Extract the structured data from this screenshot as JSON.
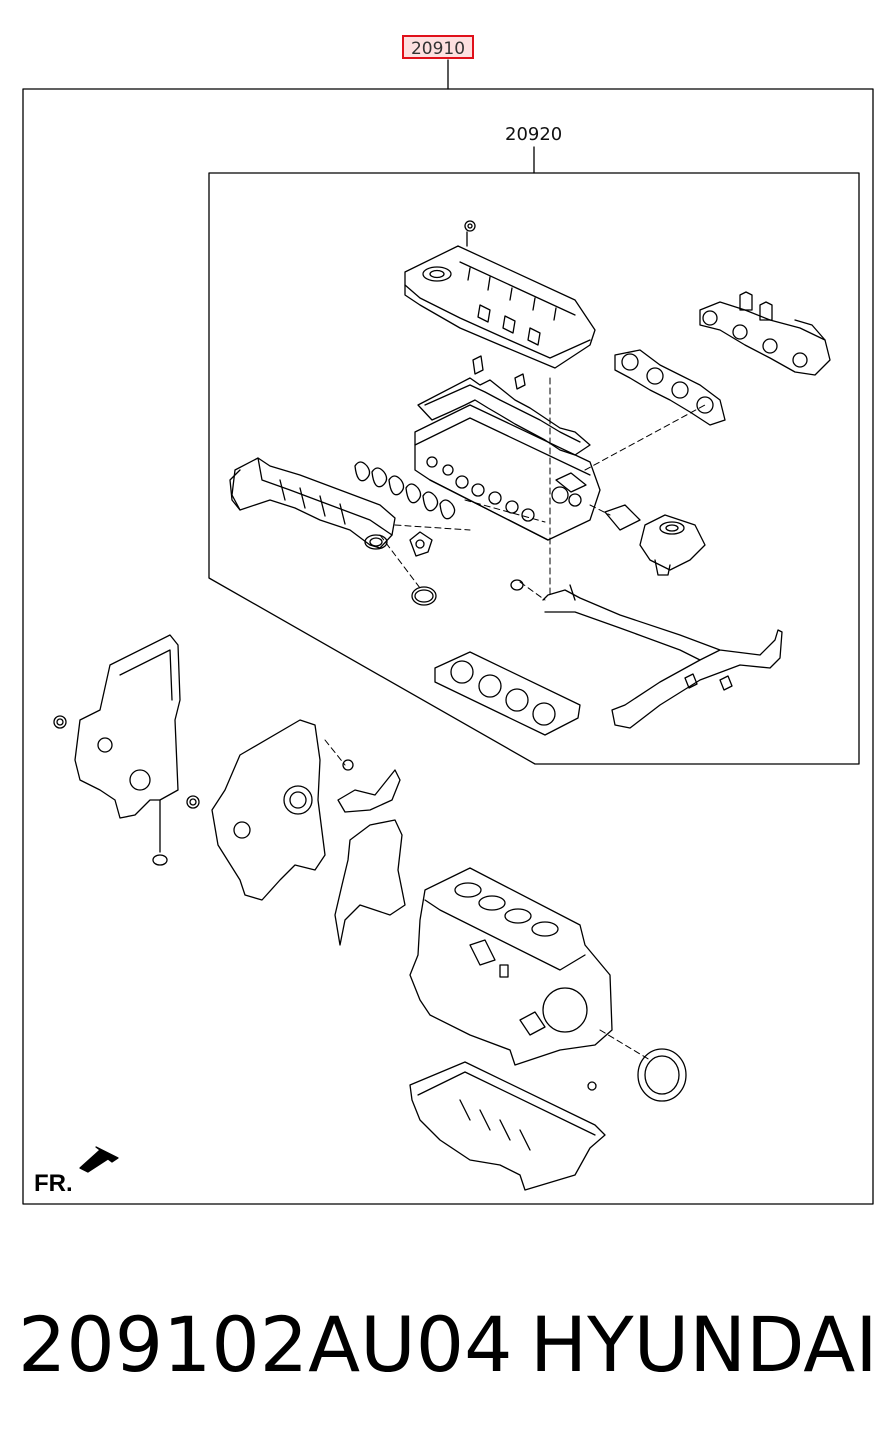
{
  "callouts": {
    "kit": "20910",
    "subkit": "20920"
  },
  "direction_label": "FR.",
  "caption": {
    "part_number": "209102AU04",
    "brand": "HYUNDAI"
  },
  "colors": {
    "highlight_border": "#e0101a",
    "highlight_fill": "#fde0e0",
    "line": "#000000"
  }
}
